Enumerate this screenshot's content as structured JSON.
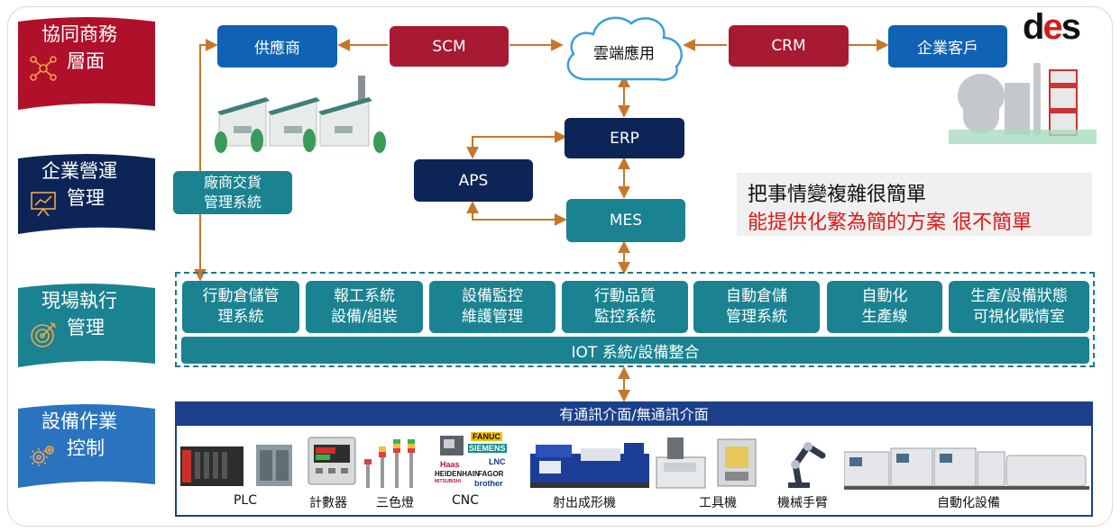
{
  "layers": [
    {
      "line1": "協同商務",
      "line2": "層面",
      "color": "#b0102a",
      "icon": "network-icon"
    },
    {
      "line1": "企業營運",
      "line2": "管理",
      "color": "#0d2556",
      "icon": "presentation-chart-icon"
    },
    {
      "line1": "現場執行",
      "line2": "管理",
      "color": "#1a8291",
      "icon": "target-icon"
    },
    {
      "line1": "設備作業",
      "line2": "控制",
      "color": "#2a74bf",
      "icon": "gears-icon"
    }
  ],
  "collab": {
    "supplier": "供應商",
    "scm": "SCM",
    "cloud": "雲端應用",
    "crm": "CRM",
    "customer": "企業客戶"
  },
  "enterprise": {
    "vendor_delivery": [
      "廠商交貨",
      "管理系統"
    ],
    "erp": "ERP",
    "aps": "APS",
    "mes": "MES"
  },
  "slogan": {
    "line1": "把事情變複雜很簡單",
    "line2": "能提供化繁為簡的方案 很不簡單"
  },
  "logo": {
    "d": "d",
    "e": "e",
    "s": "s"
  },
  "shopfloor": {
    "modules": [
      [
        "行動倉儲管",
        "理系統"
      ],
      [
        "報工系統",
        "設備/組裝"
      ],
      [
        "設備監控",
        "維護管理"
      ],
      [
        "行動品質",
        "監控系統"
      ],
      [
        "自動倉儲",
        "管理系統"
      ],
      [
        "自動化",
        "生產線"
      ],
      [
        "生產/設備狀態",
        "可視化戰情室"
      ]
    ],
    "iot": "IOT 系統/設備整合"
  },
  "equipment": {
    "header": "有通訊介面/無通訊介面",
    "items": [
      "PLC",
      "計數器",
      "三色燈",
      "CNC",
      "射出成形機",
      "工具機",
      "機械手臂",
      "自動化設備"
    ],
    "cnc_brands": [
      "FANUC",
      "SIEMENS",
      "Haas",
      "LNC",
      "HEIDENHAIN",
      "FAGOR",
      "MITSUBISHI",
      "brother"
    ]
  },
  "colors": {
    "blue": "#0f62b4",
    "red": "#a71a32",
    "navy": "#0d2556",
    "teal": "#1a8291",
    "arrow": "#c8772a",
    "slogan_red": "#e01818"
  }
}
